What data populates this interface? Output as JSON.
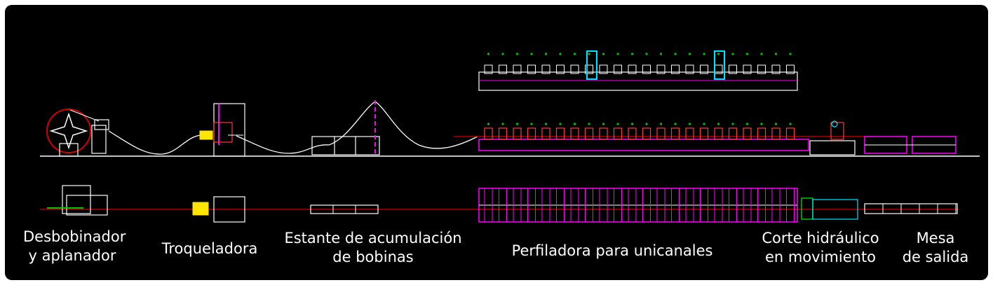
{
  "colors": {
    "background": "#000000",
    "line": "#ffffff",
    "frame": "#ff00ff",
    "center_line": "#d40000",
    "tooling": "#ff3b3b",
    "motor": "#00e5ff",
    "marker": "#00c800",
    "punch": "#ffe600"
  },
  "labels": {
    "decoiler": {
      "line1": "Desbobinador",
      "line2": "y aplanador"
    },
    "punching": {
      "line1": "Troqueladora"
    },
    "accumulator": {
      "line1": "Estante de acumulación",
      "line2": "de bobinas"
    },
    "roll_former": {
      "line1": "Perfiladora para unicanales"
    },
    "cutting": {
      "line1": "Corte hidráulico",
      "line2": "en movimiento"
    },
    "output_table": {
      "line1": "Mesa",
      "line2": "de salida"
    }
  }
}
